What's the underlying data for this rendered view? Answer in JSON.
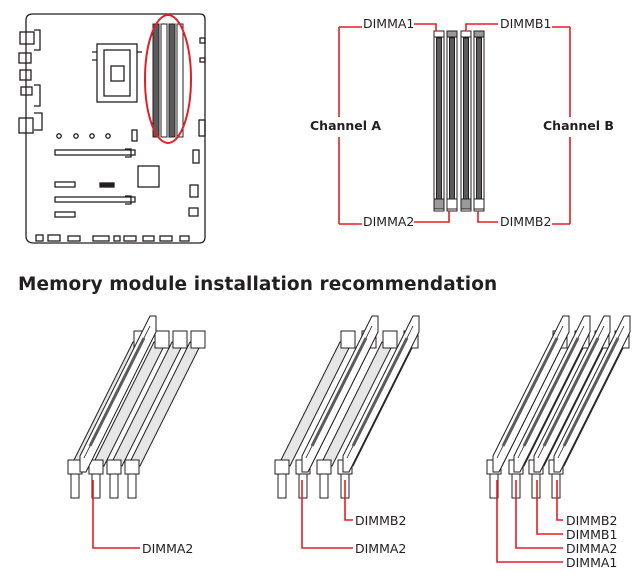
{
  "heading": "Memory module installation recommendation",
  "slot_diagram": {
    "channel_a": "Channel A",
    "channel_b": "Channel B",
    "dimma1": "DIMMA1",
    "dimma2": "DIMMA2",
    "dimmb1": "DIMMB1",
    "dimmb2": "DIMMB2"
  },
  "configs": [
    {
      "modules": 1,
      "labels": [
        "DIMMA2"
      ]
    },
    {
      "modules": 2,
      "labels": [
        "DIMMB2",
        "DIMMA2"
      ]
    },
    {
      "modules": 4,
      "labels": [
        "DIMMB2",
        "DIMMB1",
        "DIMMA2",
        "DIMMA1"
      ]
    }
  ],
  "colors": {
    "accent": "#e41e26",
    "line": "#231f20",
    "slot_fill": "#5b5b5b"
  }
}
